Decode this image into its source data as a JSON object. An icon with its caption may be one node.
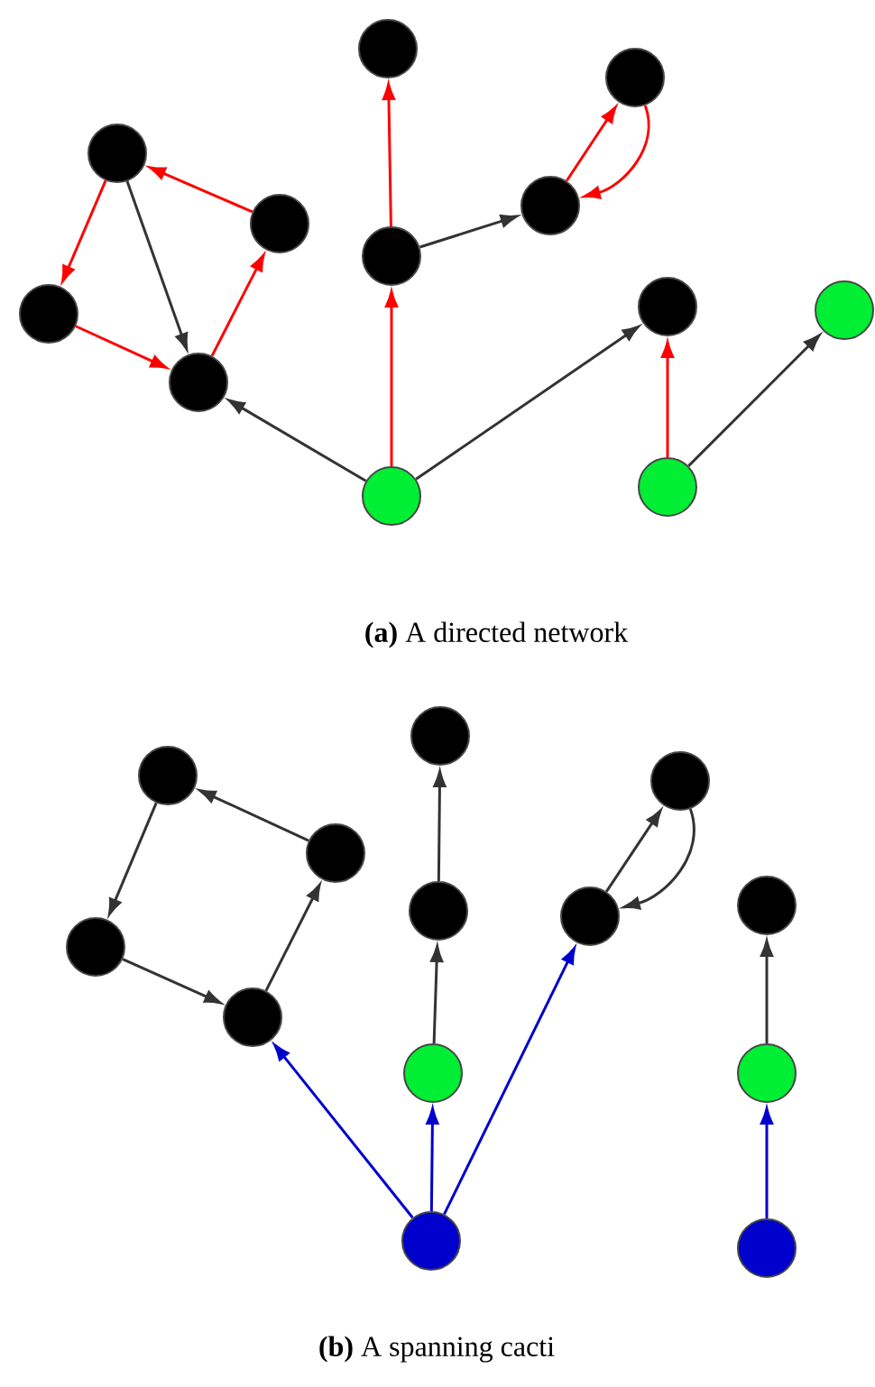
{
  "diagram": {
    "nodes": [
      {
        "text": [],
        "shape": "circle"
      },
      {
        "text": [],
        "shape": "circle"
      },
      {
        "text": [],
        "shape": "circle"
      },
      {
        "text": [],
        "shape": "circle"
      },
      {
        "text": [],
        "shape": "circle"
      },
      {
        "text": [],
        "shape": "circle"
      },
      {
        "text": [],
        "shape": "circle"
      },
      {
        "text": [],
        "shape": "circle"
      },
      {
        "text": [],
        "shape": "circle"
      },
      {
        "text": [],
        "shape": "circle"
      },
      {
        "text": [],
        "shape": "circle"
      },
      {
        "text": [],
        "shape": "circle"
      },
      {
        "text": [],
        "shape": "circle"
      },
      {
        "text": [],
        "shape": "circle"
      },
      {
        "text": [],
        "shape": "circle"
      },
      {
        "text": [],
        "shape": "circle"
      },
      {
        "text": [],
        "shape": "circle"
      },
      {
        "text": [],
        "shape": "circle"
      },
      {
        "text": [],
        "shape": "circle"
      },
      {
        "text": [],
        "shape": "circle"
      },
      {
        "text": [],
        "shape": "circle"
      },
      {
        "text": [],
        "shape": "circle"
      },
      {
        "text": [],
        "shape": "circle"
      },
      {
        "text": [],
        "shape": "circle"
      },
      {
        "text": [],
        "shape": "circle"
      }
    ],
    "edges": [
      {
        "from": 1,
        "to": 0,
        "arrow": "to",
        "color": "#ff0000"
      },
      {
        "from": 0,
        "to": 2,
        "arrow": "to",
        "color": "#ff0000"
      },
      {
        "from": 2,
        "to": 3,
        "arrow": "to",
        "color": "#ff0000"
      },
      {
        "from": 3,
        "to": 1,
        "arrow": "to",
        "color": "#ff0000"
      },
      {
        "from": 0,
        "to": 3,
        "arrow": "to"
      },
      {
        "from": 10,
        "to": 3,
        "arrow": "to"
      },
      {
        "from": 10,
        "to": 5,
        "arrow": "to",
        "color": "#ff0000"
      },
      {
        "from": 5,
        "to": 4,
        "arrow": "to",
        "color": "#ff0000"
      },
      {
        "from": 5,
        "to": 6,
        "arrow": "to"
      },
      {
        "from": 6,
        "to": 7,
        "arrow": "to",
        "color": "#ff0000"
      },
      {
        "from": 7,
        "to": 6,
        "arrow": "to",
        "color": "#ff0000"
      },
      {
        "from": 10,
        "to": 8,
        "arrow": "to"
      },
      {
        "from": 11,
        "to": 8,
        "arrow": "to",
        "color": "#ff0000"
      },
      {
        "from": 11,
        "to": 9,
        "arrow": "to"
      },
      {
        "from": 13,
        "to": 12,
        "arrow": "to"
      },
      {
        "from": 12,
        "to": 14,
        "arrow": "to"
      },
      {
        "from": 14,
        "to": 15,
        "arrow": "to"
      },
      {
        "from": 15,
        "to": 13,
        "arrow": "to"
      },
      {
        "from": 23,
        "to": 15,
        "arrow": "to",
        "color": "#0000cc"
      },
      {
        "from": 23,
        "to": 21,
        "arrow": "to",
        "color": "#0000cc"
      },
      {
        "from": 23,
        "to": 19,
        "arrow": "to",
        "color": "#0000cc"
      },
      {
        "from": 21,
        "to": 17,
        "arrow": "to"
      },
      {
        "from": 17,
        "to": 16,
        "arrow": "to"
      },
      {
        "from": 19,
        "to": 18,
        "arrow": "to"
      },
      {
        "from": 18,
        "to": 19,
        "arrow": "to"
      },
      {
        "from": 24,
        "to": 22,
        "arrow": "to",
        "color": "#0000cc"
      },
      {
        "from": 22,
        "to": 20,
        "arrow": "to"
      }
    ],
    "labels": [
      "**(a)** A directed network",
      "**(b)** A spanning cacti"
    ]
  }
}
